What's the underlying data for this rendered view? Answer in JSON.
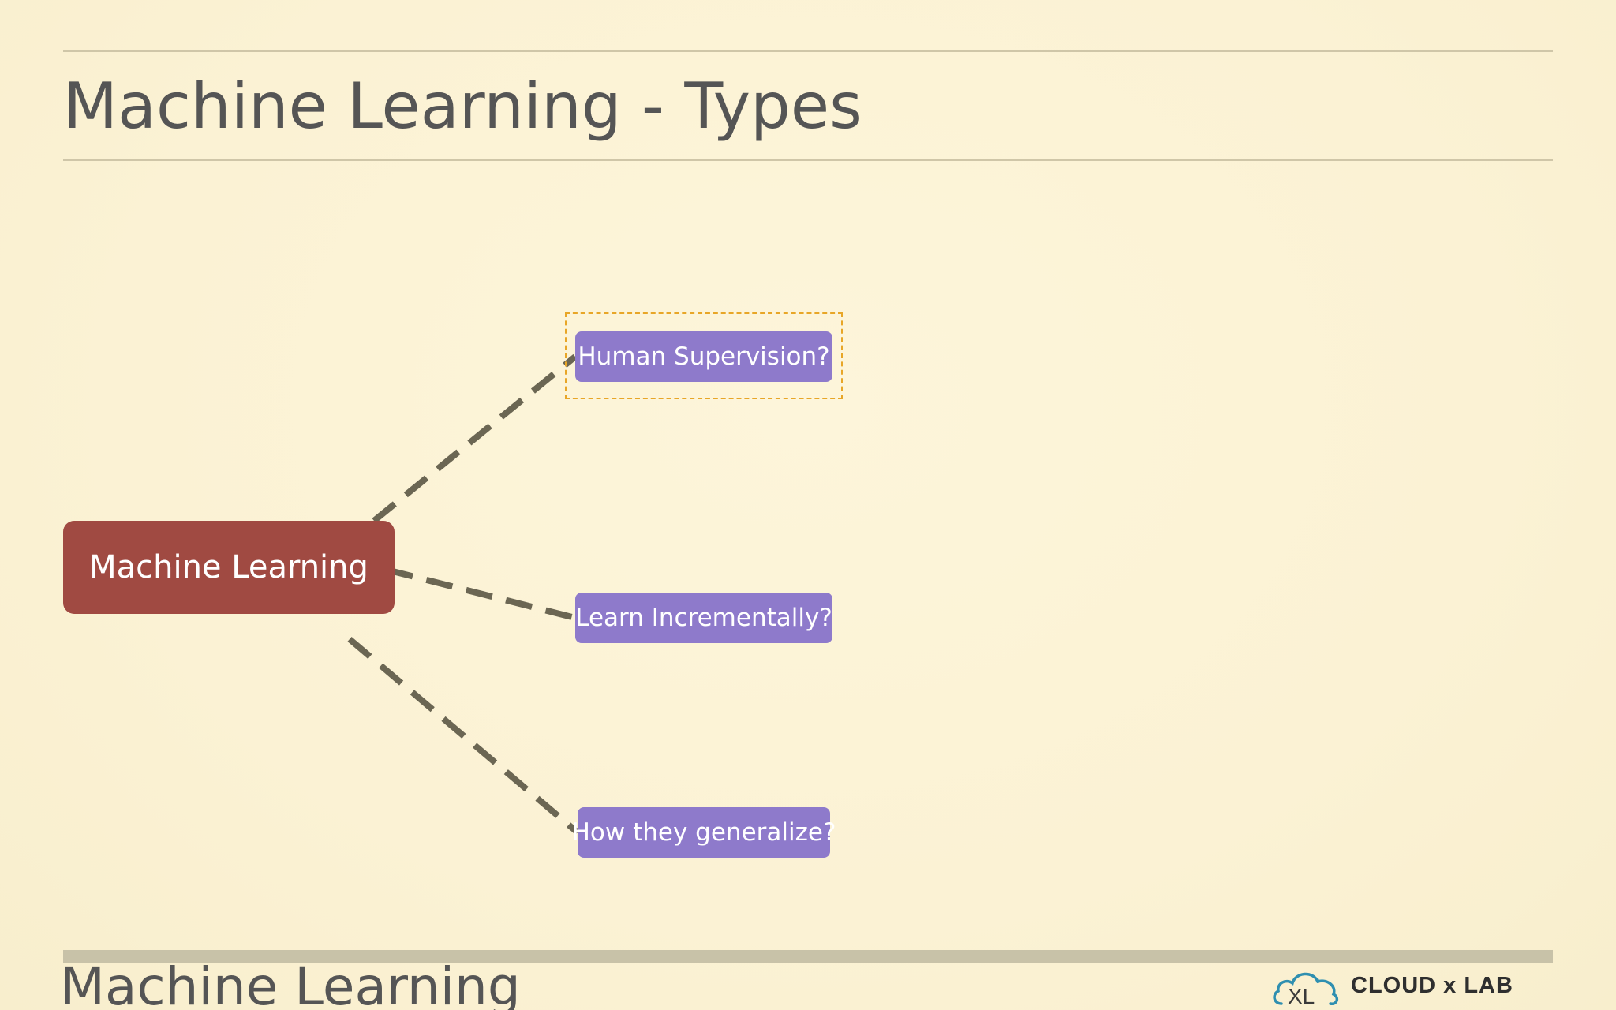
{
  "slide": {
    "title": "Machine Learning - Types",
    "footer_title": "Machine Learning"
  },
  "diagram": {
    "root": {
      "label": "Machine Learning"
    },
    "children": [
      {
        "label": "Human Supervision?",
        "selected": true
      },
      {
        "label": "Learn Incrementally?"
      },
      {
        "label": "How they generalize?"
      }
    ]
  },
  "logo": {
    "icon": "cloud-icon",
    "icon_text": "XL",
    "text": "CLOUD x LAB"
  },
  "colors": {
    "background": "#fbf3d6",
    "root_node": "#a04a42",
    "child_node": "#8e7acb",
    "connector": "#6b6653",
    "selection": "#e8a627",
    "text_dark": "#555555"
  }
}
